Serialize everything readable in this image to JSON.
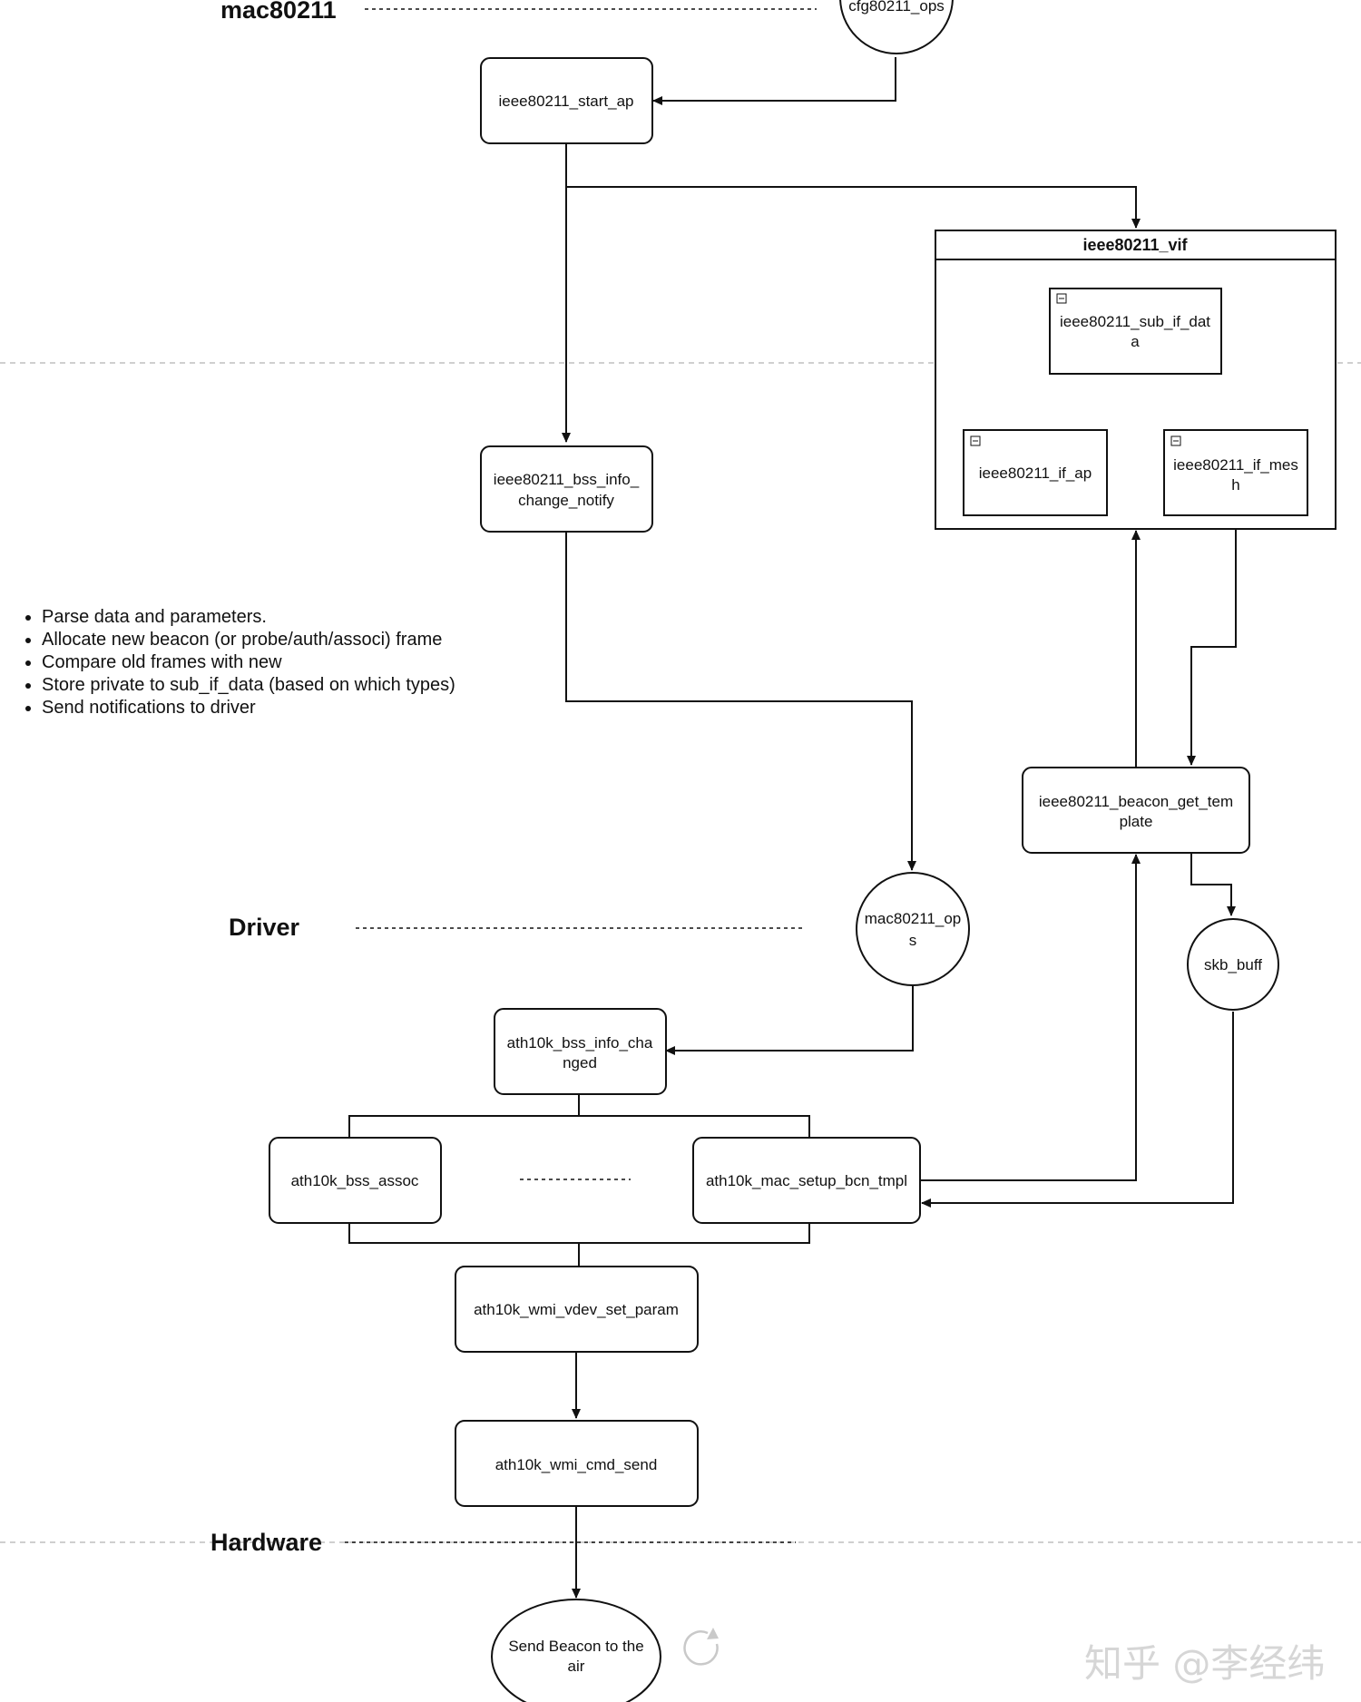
{
  "layers": {
    "mac80211": "mac80211",
    "driver": "Driver",
    "hardware": "Hardware"
  },
  "nodes": {
    "cfg80211_ops": "cfg80211_ops",
    "start_ap": "ieee80211_start_ap",
    "vif_title": "ieee80211_vif",
    "sub_if_data": [
      "ieee80211_sub_if_dat",
      "a"
    ],
    "if_ap": "ieee80211_if_ap",
    "if_mesh": [
      "ieee80211_if_mes",
      "h"
    ],
    "bss_info_change_notify": [
      "ieee80211_bss_info_",
      "change_notify"
    ],
    "beacon_get_template": [
      "ieee80211_beacon_get_tem",
      "plate"
    ],
    "mac80211_ops": [
      "mac80211_op",
      "s"
    ],
    "skb_buff": "skb_buff",
    "bss_info_changed": [
      "ath10k_bss_info_cha",
      "nged"
    ],
    "bss_assoc": "ath10k_bss_assoc",
    "mac_setup_bcn_tmpl": "ath10k_mac_setup_bcn_tmpl",
    "wmi_vdev_set_param": "ath10k_wmi_vdev_set_param",
    "wmi_cmd_send": "ath10k_wmi_cmd_send",
    "send_beacon": [
      "Send Beacon to the",
      "air"
    ]
  },
  "notes": [
    "Parse data and parameters.",
    "Allocate new beacon (or probe/auth/associ) frame",
    "Compare old frames with new",
    "Store private to sub_if_data (based on which types)",
    "Send notifications to driver"
  ],
  "watermark": "知乎 @李经纬",
  "colors": {
    "stroke": "#111111",
    "separator": "#cfcfcf",
    "watermark": "#d6d6d6"
  }
}
